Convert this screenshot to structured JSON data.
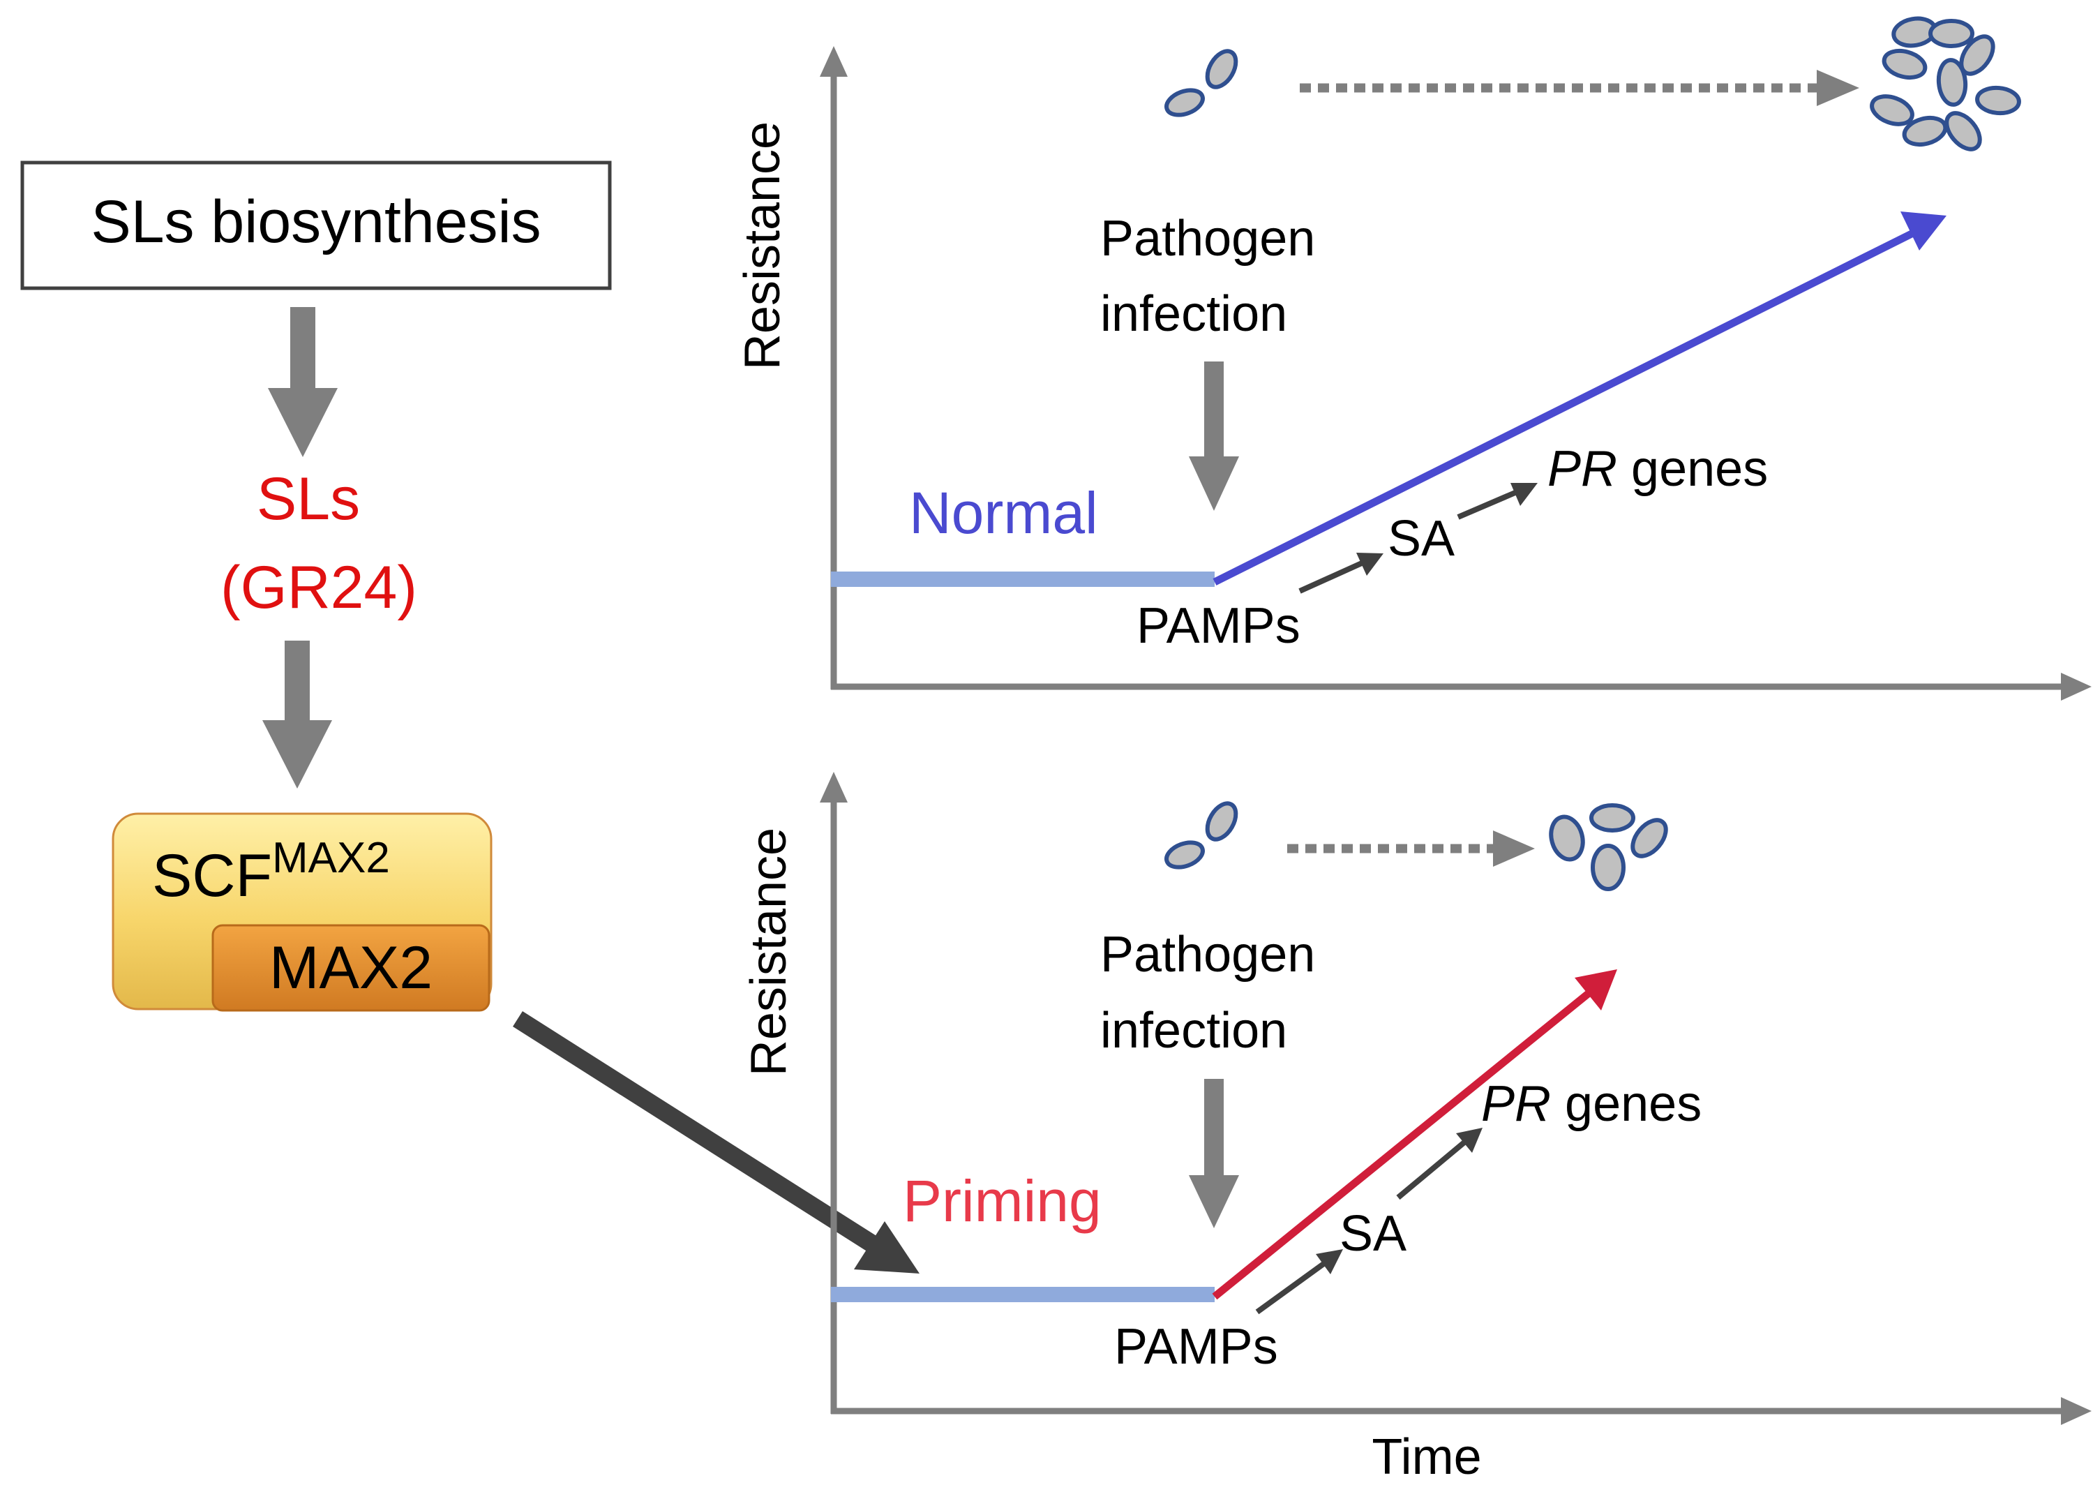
{
  "pathway": {
    "biosynthesis_label": "SLs biosynthesis",
    "sls_label": "SLs",
    "gr24_label": "(GR24)",
    "scf_label": "SCF",
    "scf_superscript": "MAX2",
    "max2_label": "MAX2"
  },
  "panels": {
    "top": {
      "y_axis_label": "Resistance",
      "state_label": "Normal",
      "infection_line1": "Pathogen",
      "infection_line2": "infection",
      "pamps_label": "PAMPs",
      "sa_label": "SA",
      "pr_italic": "PR",
      "pr_rest": " genes"
    },
    "bottom": {
      "y_axis_label": "Resistance",
      "x_axis_label": "Time",
      "state_label": "Priming",
      "infection_line1": "Pathogen",
      "infection_line2": "infection",
      "pamps_label": "PAMPs",
      "sa_label": "SA",
      "pr_italic": "PR",
      "pr_rest": " genes"
    }
  },
  "colors": {
    "axis_gray": "#7f7f7f",
    "baseline": "#8faadc",
    "normal_line": "#4a4ad0",
    "priming_line": "#d01e3a",
    "sls_red": "#e01010",
    "normal_text": "#4a4ad0",
    "priming_text": "#e83a4a",
    "signal_arrow": "#404040",
    "pathogen_fill": "#c0c0c0",
    "pathogen_stroke": "#2f4f8f"
  }
}
